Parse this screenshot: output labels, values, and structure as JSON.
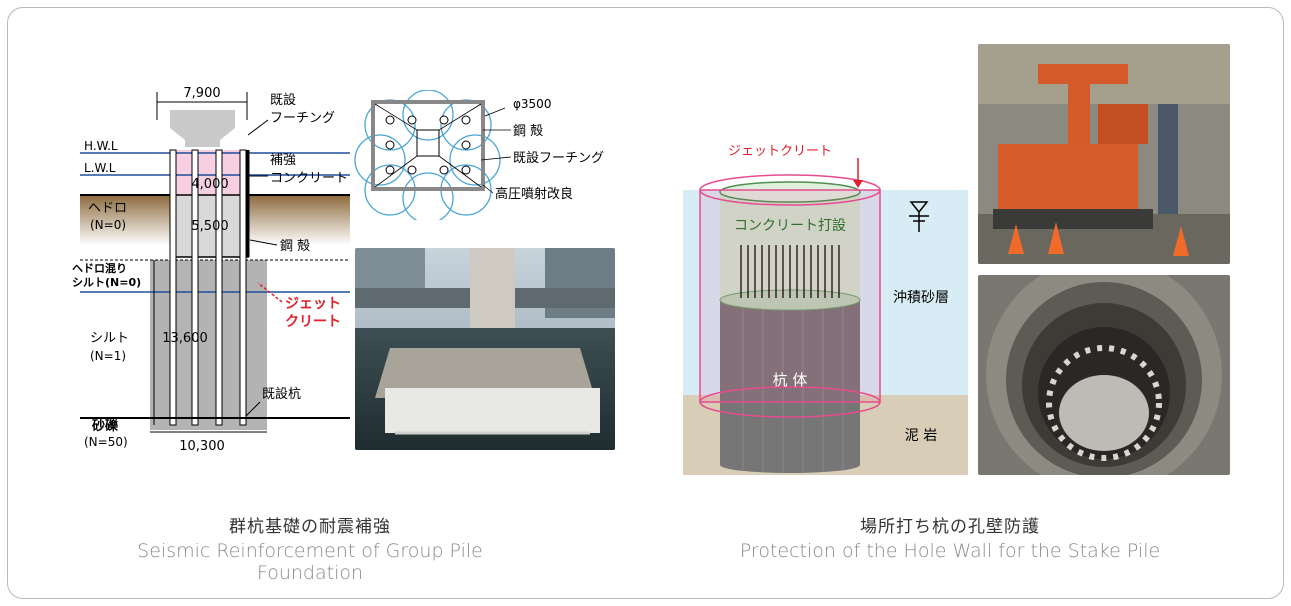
{
  "left": {
    "caption_jp": "群杭基礎の耐震補強",
    "caption_en": "Seismic Reinforcement of Group Pile Foundation",
    "dim_top": "7,900",
    "dim_4000": "4,000",
    "dim_5500": "5,500",
    "dim_13600": "13,600",
    "dim_bottom": "10,300",
    "hwl": "H.W.L",
    "lwl": "L.W.L",
    "hedoro": "ヘドロ",
    "hedoro_n": "(N=0)",
    "hedoro_mix_1": "ヘドロ混り",
    "hedoro_mix_2": "シルト(N=0)",
    "silt": "シルト",
    "silt_n": "(N=1)",
    "gravel": "砂礫",
    "gravel_n": "(N=50)",
    "existing_footing_1": "既設",
    "existing_footing_2": "フーチング",
    "reinforce_1": "補強",
    "reinforce_2": "コンクリート",
    "steel_shell": "鋼 殻",
    "jet_1": "ジェット",
    "jet_2": "クリート",
    "existing_pile": "既設杭",
    "plan_phi": "φ3500",
    "plan_steel": "鋼 殻",
    "plan_footing": "既設フーチング",
    "plan_jet": "高圧噴射改良"
  },
  "right": {
    "caption_jp": "場所打ち杭の孔壁防護",
    "caption_en": "Protection of the Hole Wall for the Stake Pile",
    "jetcrete": "ジェットクリート",
    "concrete_casting": "コンクリート打設",
    "alluvial_sand": "沖積砂層",
    "pile_body": "杭 体",
    "mudstone": "泥 岩"
  },
  "colors": {
    "water_line": "#1f4e9c",
    "reinforce_pink": "#f6cfe0",
    "ground_gray": "#b3b3b3",
    "jet_red": "#e0202a",
    "plan_circle": "#4aa6d6",
    "sand_blue": "#d7ecf5",
    "mud_beige": "#d8cdb6",
    "pile_gray": "#767676",
    "concrete_green": "#cfe6cf",
    "casing_pink": "#e84b8e"
  }
}
